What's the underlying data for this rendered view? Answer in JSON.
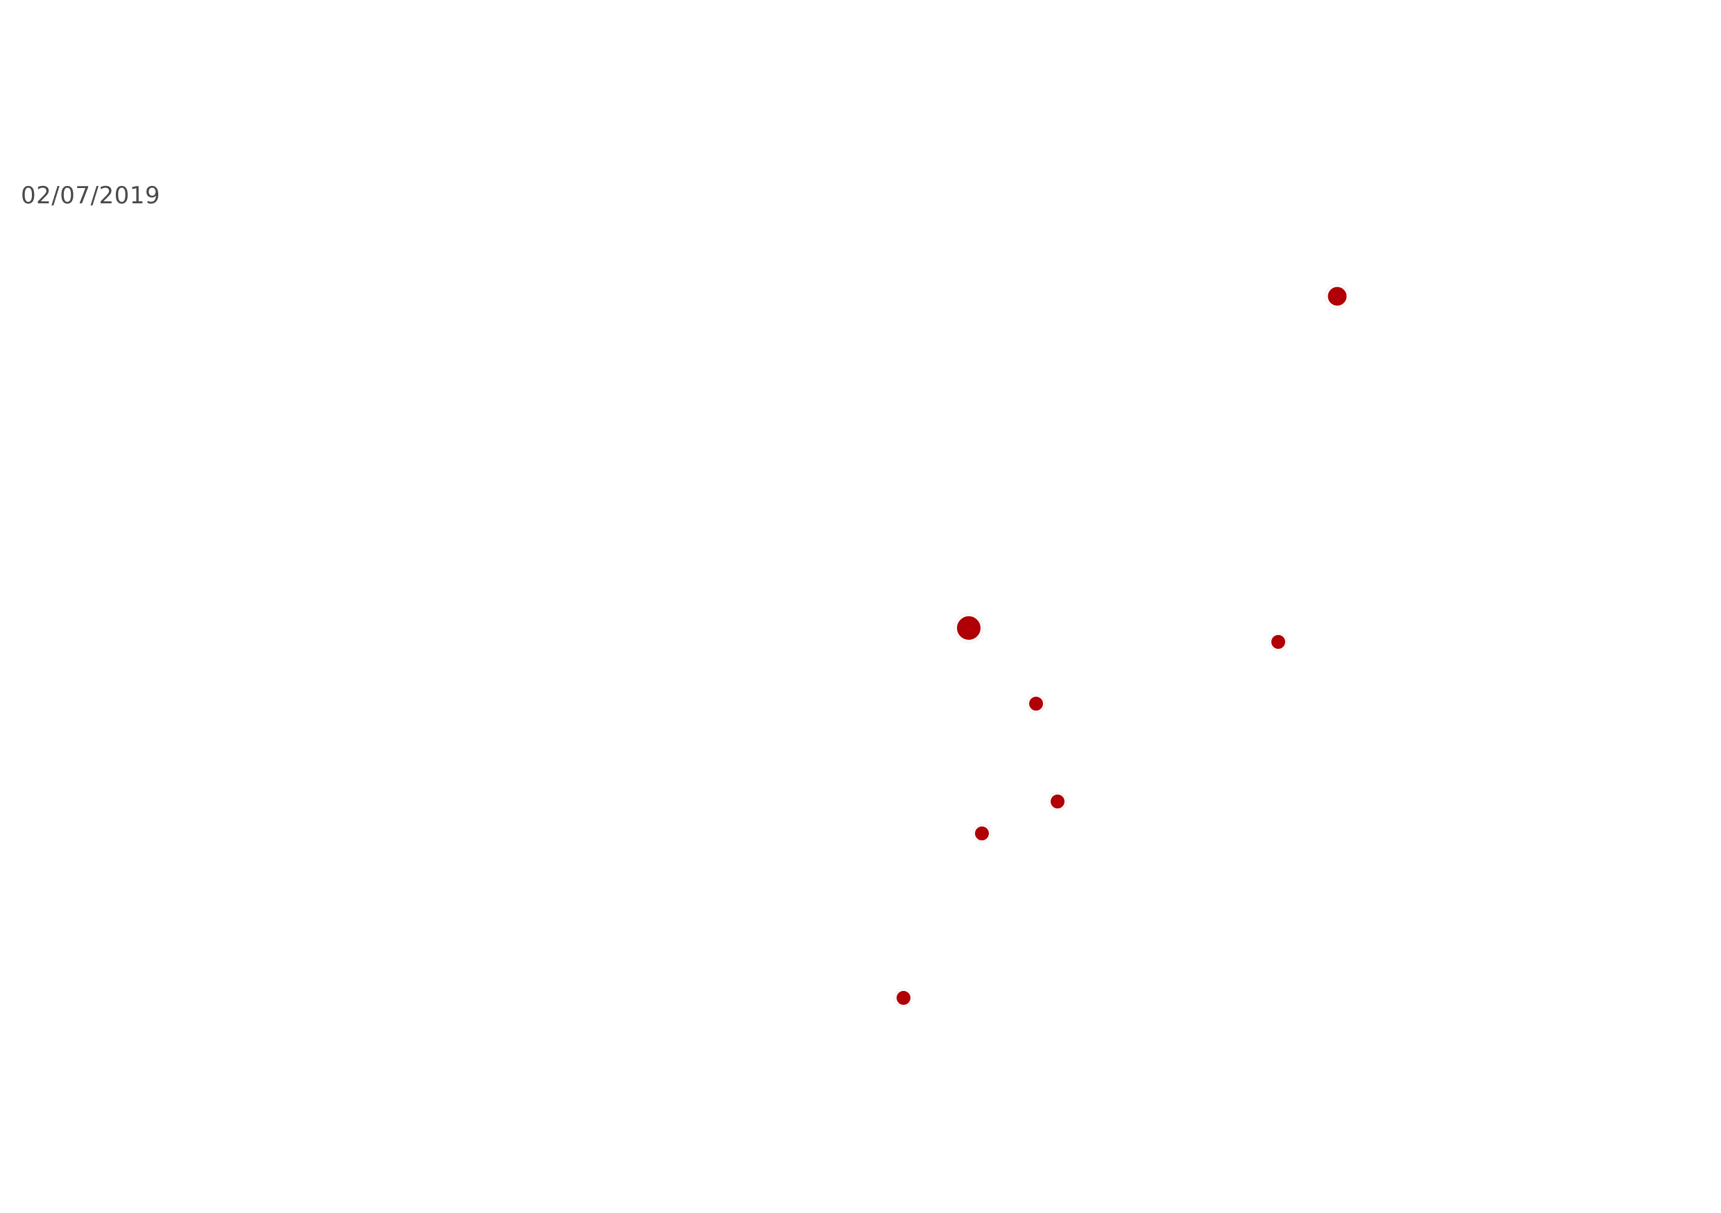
{
  "map": {
    "date": "02/07/2019",
    "marker_color": "#b00006",
    "markers": [
      {
        "id": "marker-1",
        "size": "md"
      },
      {
        "id": "marker-2",
        "size": "lg"
      },
      {
        "id": "marker-3",
        "size": "sm"
      },
      {
        "id": "marker-4",
        "size": "sm"
      },
      {
        "id": "marker-5",
        "size": "sm"
      },
      {
        "id": "marker-6",
        "size": "sm"
      },
      {
        "id": "marker-7",
        "size": "sm"
      }
    ]
  }
}
